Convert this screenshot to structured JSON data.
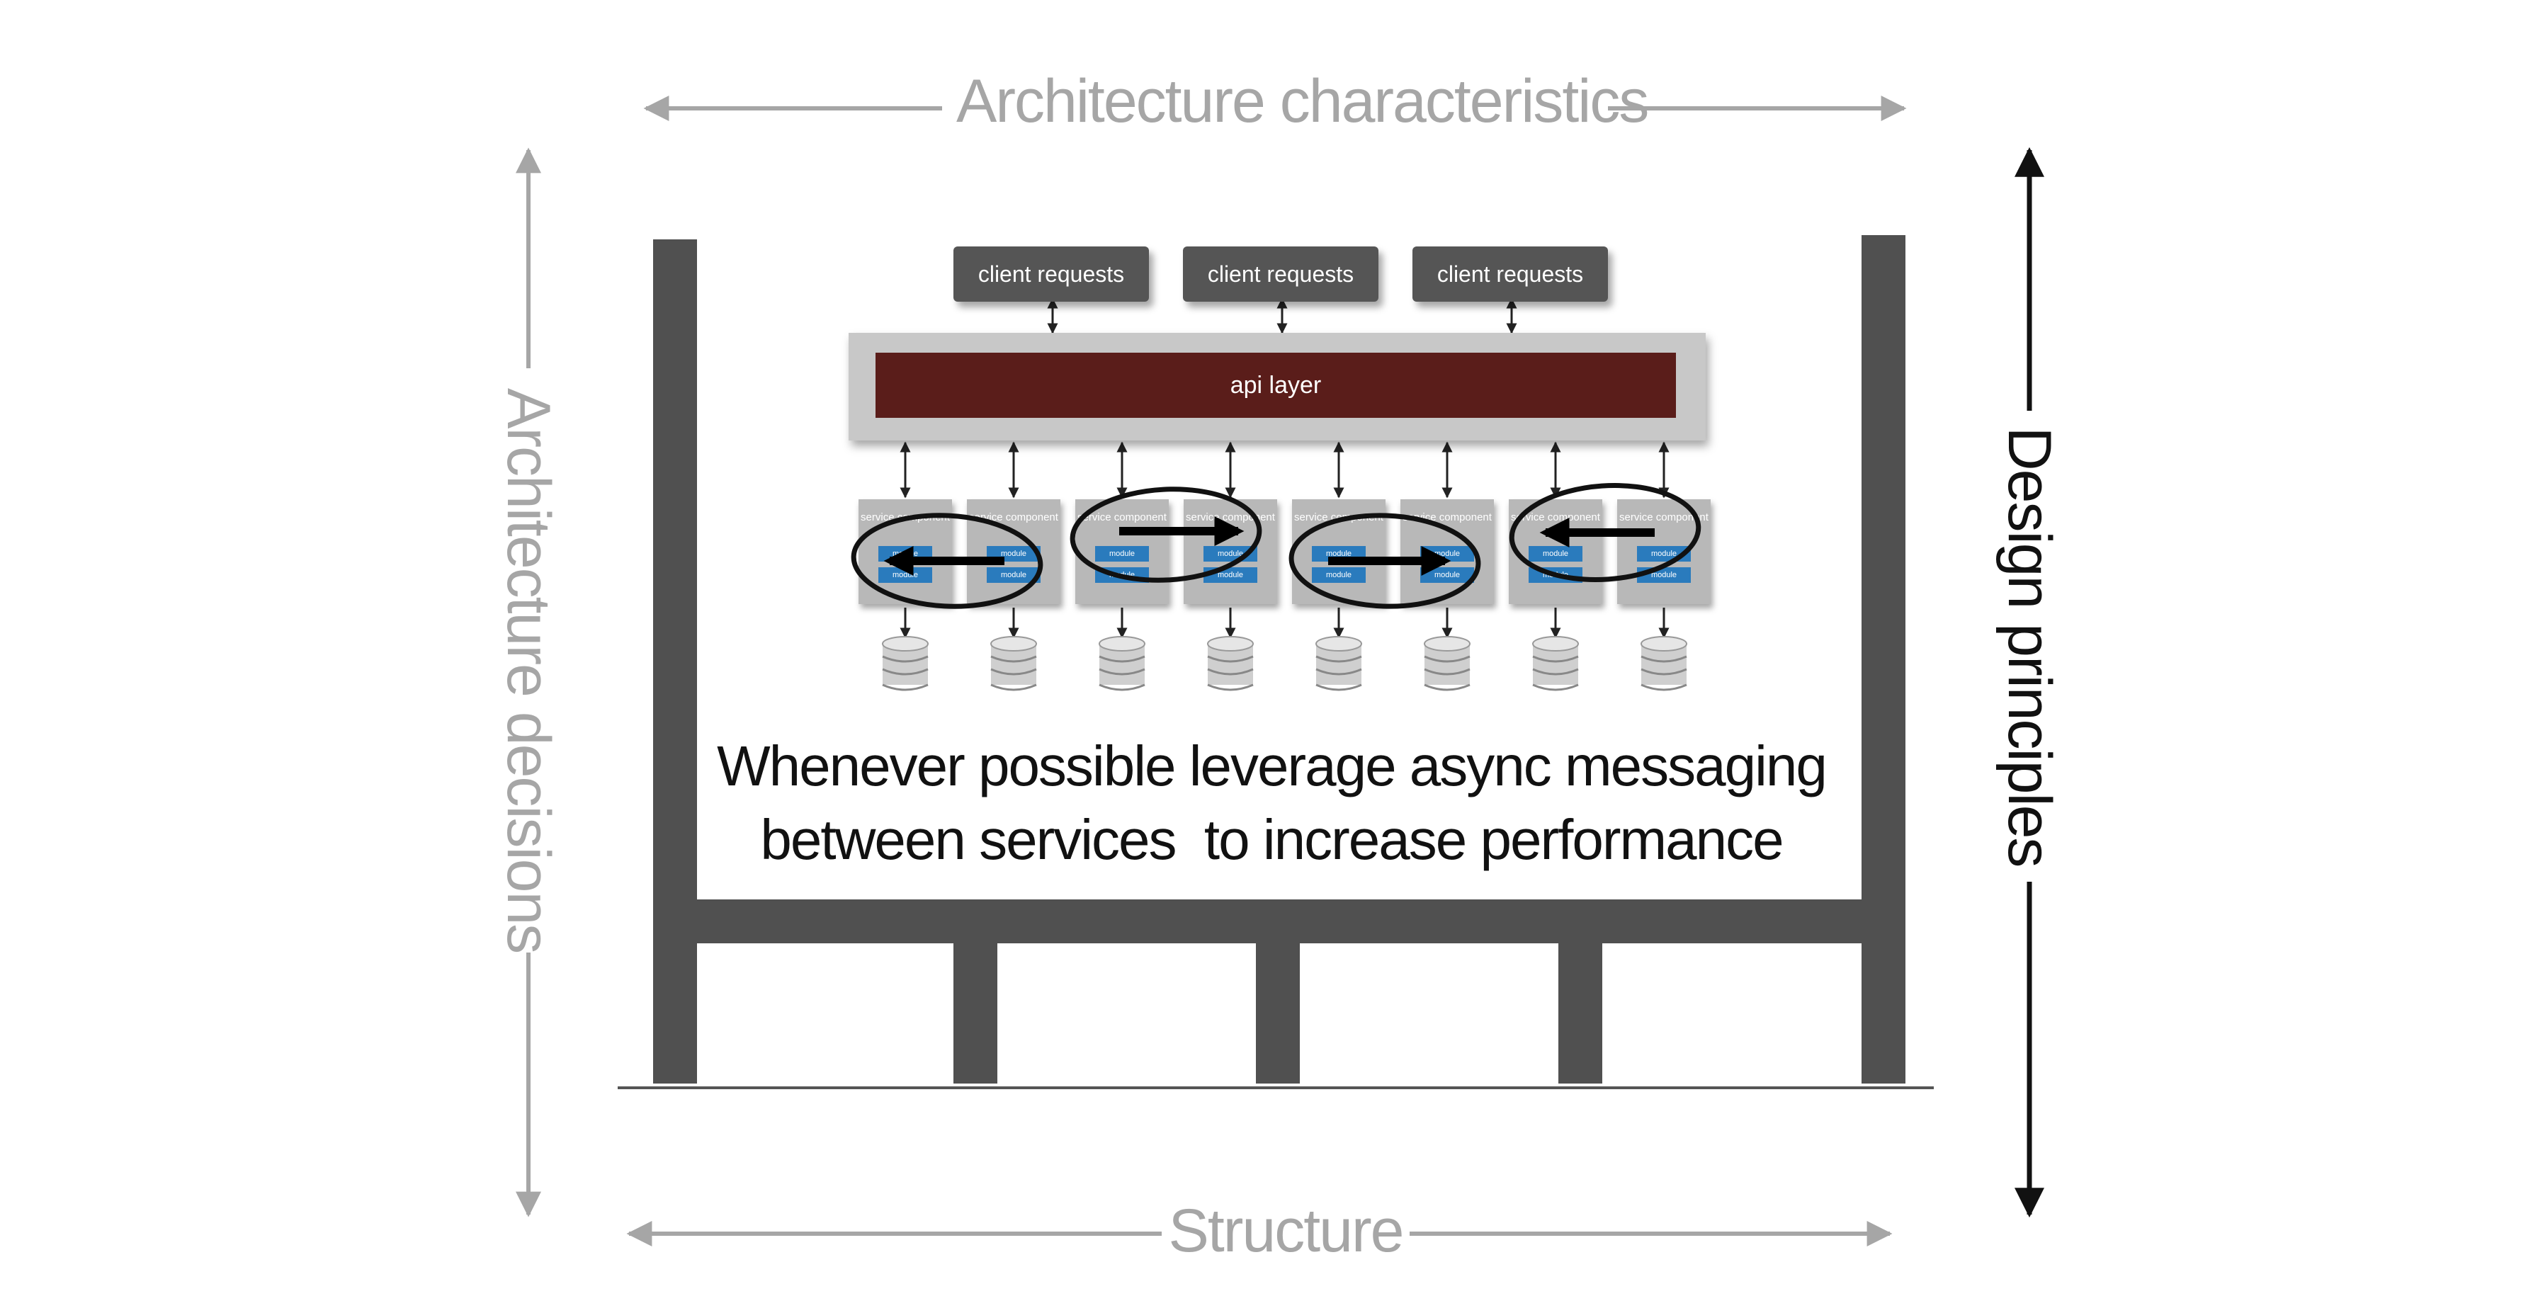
{
  "labels": {
    "top": "Architecture characteristics",
    "left": "Architecture decisions",
    "right": "Design principles",
    "bottom": "Structure"
  },
  "diagram": {
    "client_requests": [
      "client requests",
      "client requests",
      "client requests"
    ],
    "api_layer": "api layer",
    "services": [
      {
        "title": "service component",
        "modules": [
          "module",
          "module"
        ]
      },
      {
        "title": "service component",
        "modules": [
          "module",
          "module"
        ]
      },
      {
        "title": "service component",
        "modules": [
          "module",
          "module"
        ]
      },
      {
        "title": "service component",
        "modules": [
          "module",
          "module"
        ]
      },
      {
        "title": "service component",
        "modules": [
          "module",
          "module"
        ]
      },
      {
        "title": "service component",
        "modules": [
          "module",
          "module"
        ]
      },
      {
        "title": "service component",
        "modules": [
          "module",
          "module"
        ]
      },
      {
        "title": "service component",
        "modules": [
          "module",
          "module"
        ]
      }
    ]
  },
  "caption": {
    "line1": "Whenever possible leverage async messaging",
    "line2": "between services  to increase performance"
  },
  "colors": {
    "frame": "#505050",
    "grey_text": "#a6a6a6",
    "api": "#5a1d1a",
    "module": "#2a7bbd"
  }
}
